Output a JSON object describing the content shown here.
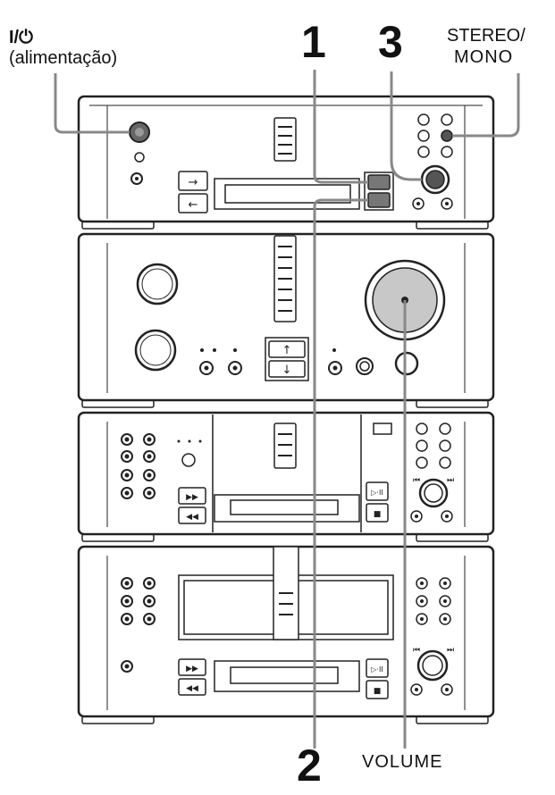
{
  "labels": {
    "power_symbol": "I/⏻",
    "power_text": "(alimentação)",
    "step1": "1",
    "step2": "2",
    "step3": "3",
    "stereo_line1": "STEREO/",
    "stereo_line2": "MONO",
    "volume": "VOLUME"
  },
  "buttons": {
    "tuner_up": "→",
    "tuner_down": "←",
    "amp_up": "↑",
    "amp_down": "↓",
    "cd_play": "▷·II",
    "cd_stop": "■",
    "cd_ff": "▶▶",
    "cd_rew": "◀◀",
    "md_play": "▷·II",
    "md_stop": "■",
    "md_ff": "▶▶",
    "md_rew": "◀◀",
    "skip_prev": "⏮",
    "skip_next": "⏭"
  }
}
